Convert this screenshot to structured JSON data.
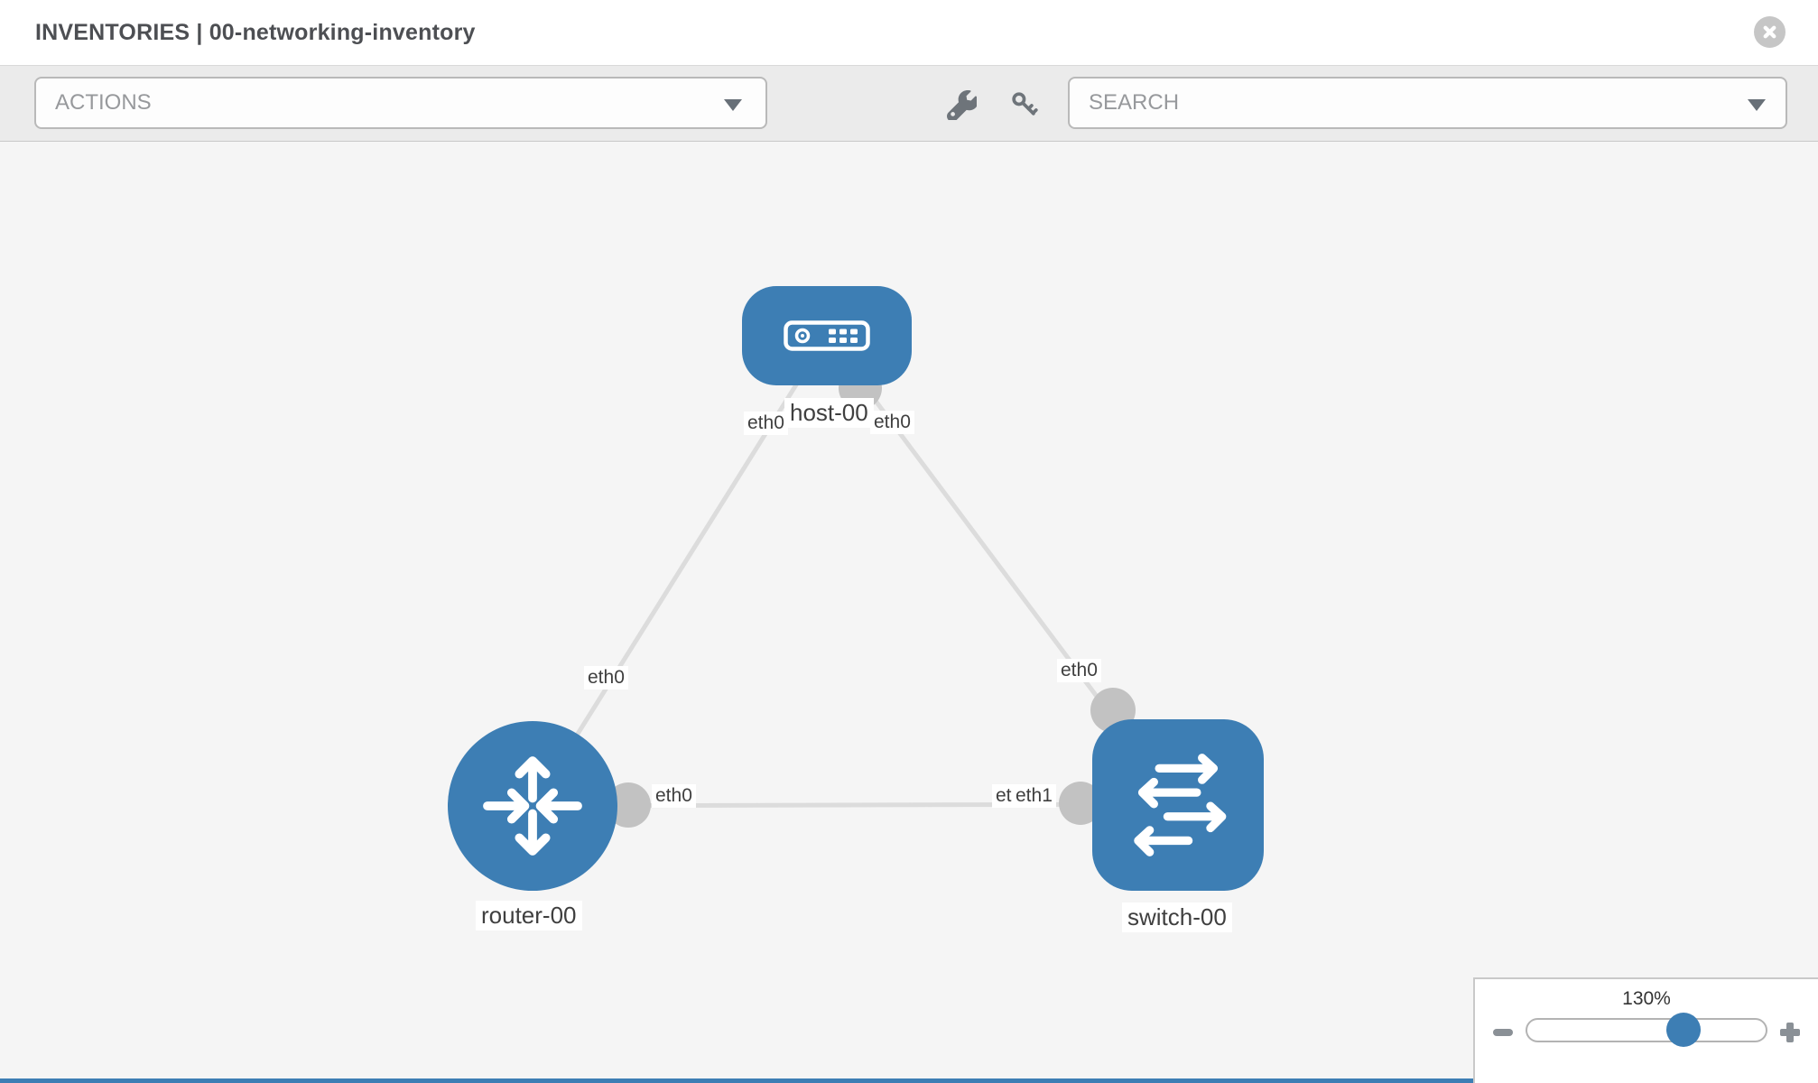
{
  "header": {
    "title": "INVENTORIES | 00-networking-inventory"
  },
  "toolbar": {
    "actions_label": "ACTIONS",
    "search_label": "SEARCH"
  },
  "diagram": {
    "nodes": [
      {
        "label": "host-00",
        "type": "host"
      },
      {
        "label": "router-00",
        "type": "router"
      },
      {
        "label": "switch-00",
        "type": "switch"
      }
    ],
    "links": [
      {
        "from": "router-00",
        "to": "host-00",
        "from_interface": "eth0",
        "to_interface": "eth0"
      },
      {
        "from": "switch-00",
        "to": "host-00",
        "from_interface": "eth0",
        "to_interface": "eth0"
      },
      {
        "from": "router-00",
        "to": "switch-00",
        "from_interface": "eth0",
        "to_interfaces": [
          "eth0",
          "eth1"
        ]
      }
    ]
  },
  "zoom_control": {
    "level": "130%"
  },
  "colors": {
    "accent_blue": "#3d7eb4",
    "link_gray": "#dcdcdc",
    "connector_gray": "#c2c2c2",
    "canvas_bg": "#f5f5f5",
    "toolbar_bg": "#ebebeb"
  }
}
